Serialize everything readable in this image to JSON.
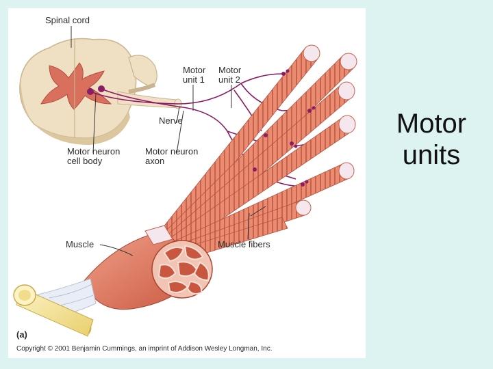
{
  "slide": {
    "title_line1": "Motor",
    "title_line2": "units"
  },
  "figure": {
    "labels": {
      "spinal_cord": "Spinal cord",
      "motor_unit_1": "Motor\nunit 1",
      "motor_unit_2": "Motor\nunit 2",
      "nerve": "Nerve",
      "motor_neuron_cell_body": "Motor neuron\ncell body",
      "motor_neuron_axon": "Motor neuron\naxon",
      "muscle": "Muscle",
      "muscle_fibers": "Muscle fibers",
      "panel_letter": "(a)"
    },
    "copyright": "Copyright © 2001 Benjamin Cummings, an imprint of Addison Wesley Longman, Inc."
  },
  "colors": {
    "background": "#dcf3f1",
    "panel": "#ffffff",
    "fiber": "#e98c72",
    "fiber_stripe": "#c8614a",
    "fiber_end": "#f4e7ee",
    "spinal_cord": "#efe0c4",
    "gray_matter": "#d8705d",
    "nerve_purple": "#8a1d63",
    "tendon": "#f3dd82",
    "bone": "#f6e9a6"
  }
}
